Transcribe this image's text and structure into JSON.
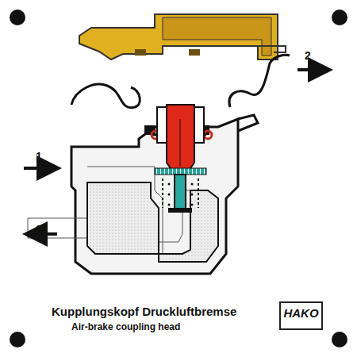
{
  "diagram": {
    "title": "Kupplungskopf Druckluftbremse",
    "caption": "Air-brake coupling head",
    "nodes": [
      {
        "text": [
          "HAKO"
        ]
      }
    ],
    "labels": [
      "2",
      "1",
      "2"
    ]
  }
}
